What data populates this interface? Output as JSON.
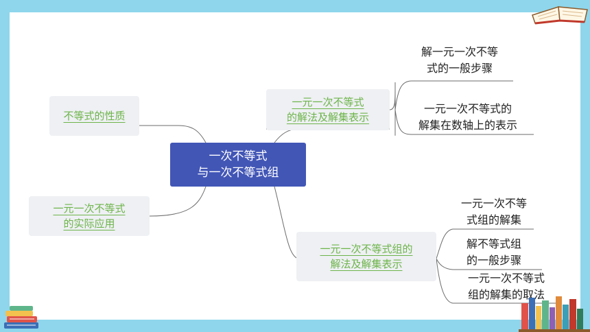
{
  "center": {
    "line1": "一次不等式",
    "line2": "与一次不等式组"
  },
  "left_topics": [
    {
      "lines": [
        "不等式的性质"
      ]
    },
    {
      "lines": [
        "一元一次不等式",
        "的实际应用"
      ]
    }
  ],
  "right_topics": [
    {
      "lines": [
        "一元一次不等式",
        "的解法及解集表示"
      ],
      "leaves": [
        {
          "lines": [
            "解一元一次不等",
            "式的一般步骤"
          ]
        },
        {
          "lines": [
            "一元一次不等式的",
            "解集在数轴上的表示"
          ]
        }
      ]
    },
    {
      "lines": [
        "一元一次不等式组的",
        "解法及解集表示"
      ],
      "leaves": [
        {
          "lines": [
            "一元一次不等",
            "式组的解集"
          ]
        },
        {
          "lines": [
            "解不等式组",
            "的一般步骤"
          ]
        },
        {
          "lines": [
            "一元一次不等式",
            "组的解集的取法"
          ]
        }
      ]
    }
  ],
  "colors": {
    "frame": "#8fd6ec",
    "center": "#4256b6",
    "topic_text": "#6db44a",
    "topic_bg": "#eef0f3",
    "line": "#6b6b6b"
  },
  "decorations": [
    "open-book-icon",
    "stacked-books-icon",
    "bookshelf-icon"
  ]
}
